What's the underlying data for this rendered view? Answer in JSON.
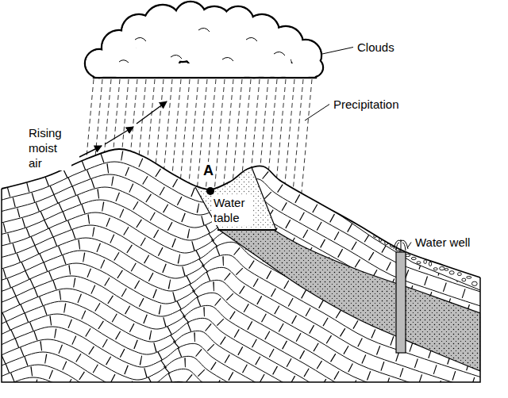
{
  "diagram": {
    "labels": [
      "Clouds",
      "Precipitation",
      "Rising moist air",
      "A",
      "Water table",
      "Water well"
    ]
  }
}
